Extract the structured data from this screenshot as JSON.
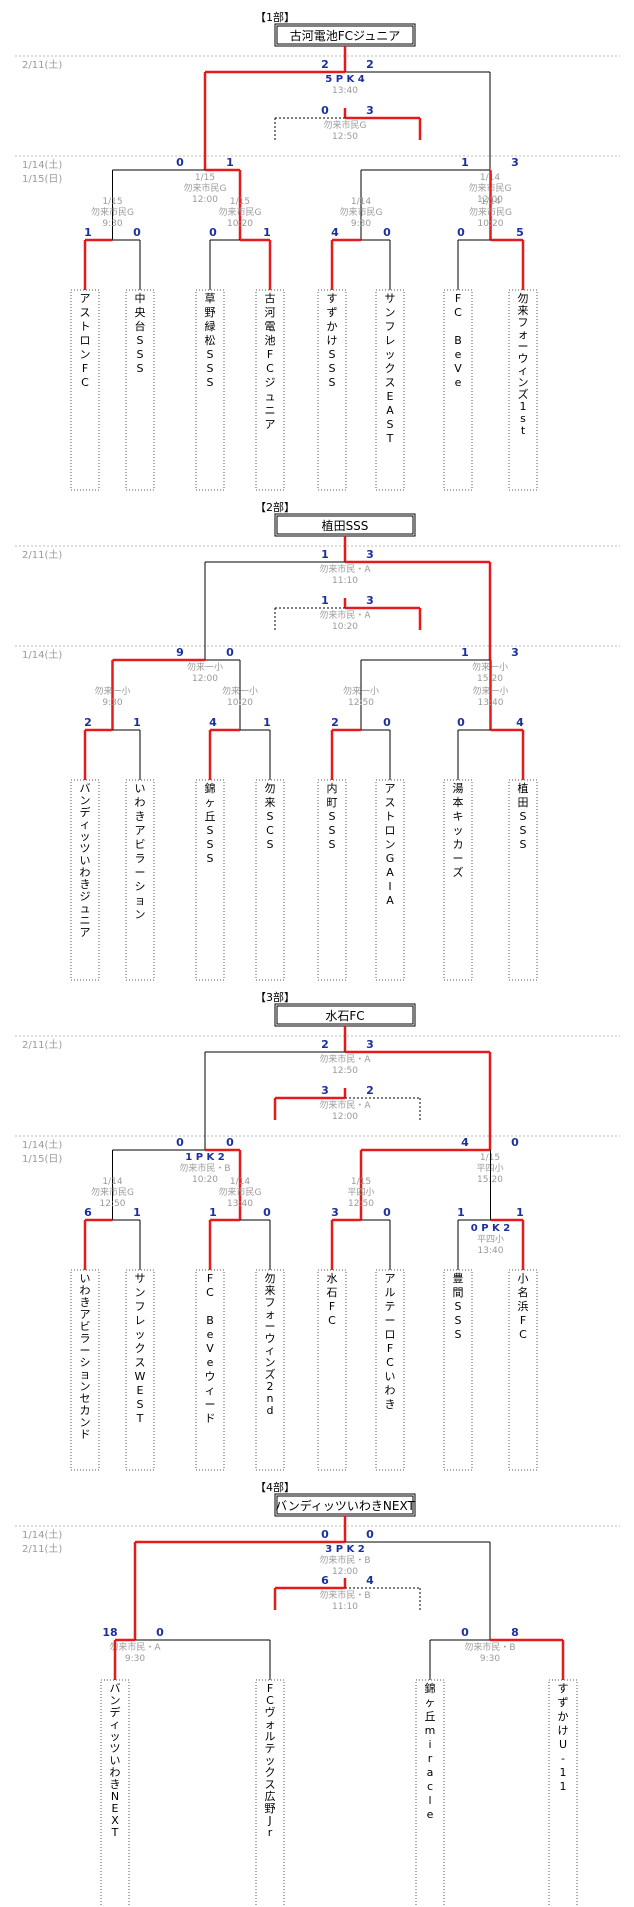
{
  "colors": {
    "winner": "#e31b1b",
    "line": "#000000",
    "score": "#1a2fa0",
    "muted": "#9a9a9a",
    "sep": "#bbbbbb"
  },
  "divisions": [
    {
      "title": "【1部】",
      "champion": "古河電池FCジュニア",
      "dates_final": [
        "2/11(土)"
      ],
      "dates_r1": [
        "1/14(土)",
        "1/15(日)"
      ],
      "final": {
        "scores": [
          "2",
          "2"
        ],
        "pk": "5 P K 4",
        "info": [
          "13:40"
        ]
      },
      "third": {
        "scores": [
          "0",
          "3"
        ],
        "info": [
          "勿来市民G",
          "12:50"
        ]
      },
      "semis": [
        {
          "scores": [
            "0",
            "1"
          ],
          "info": [
            "1/15",
            "勿来市民G",
            "12:00"
          ]
        },
        {
          "scores": [
            "1",
            "3"
          ],
          "info": [
            "1/14",
            "勿来市民G",
            "12:00"
          ]
        }
      ],
      "r1": [
        {
          "scores": [
            "1",
            "0"
          ],
          "info": [
            "1/15",
            "勿来市民G",
            "9:30"
          ]
        },
        {
          "scores": [
            "0",
            "1"
          ],
          "info": [
            "1/15",
            "勿来市民G",
            "10:20"
          ]
        },
        {
          "scores": [
            "4",
            "0"
          ],
          "info": [
            "1/14",
            "勿来市民G",
            "9:30"
          ]
        },
        {
          "scores": [
            "0",
            "5"
          ],
          "info": [
            "1/14",
            "勿来市民G",
            "10:20"
          ]
        }
      ],
      "teams": [
        "アストロンFC",
        "中央台SSS",
        "草野緑松SSS",
        "古河電池FCジュニア",
        "すずかけSSS",
        "サンフレックスEAST",
        "FC BeVe",
        "勿来フォーウィンズ1st"
      ]
    },
    {
      "title": "【2部】",
      "champion": "植田SSS",
      "dates_final": [
        "2/11(土)"
      ],
      "dates_r1": [
        "1/14(土)"
      ],
      "final": {
        "scores": [
          "1",
          "3"
        ],
        "pk": "",
        "info": [
          "勿来市民・A",
          "11:10"
        ]
      },
      "third": {
        "scores": [
          "1",
          "3"
        ],
        "info": [
          "勿来市民・A",
          "10:20"
        ]
      },
      "semis": [
        {
          "scores": [
            "9",
            "0"
          ],
          "info": [
            "勿来一小",
            "12:00"
          ]
        },
        {
          "scores": [
            "1",
            "3"
          ],
          "info": [
            "勿来一小",
            "15:20"
          ]
        }
      ],
      "r1": [
        {
          "scores": [
            "2",
            "1"
          ],
          "info": [
            "勿来一小",
            "9:30"
          ]
        },
        {
          "scores": [
            "4",
            "1"
          ],
          "info": [
            "勿来一小",
            "10:20"
          ]
        },
        {
          "scores": [
            "2",
            "0"
          ],
          "info": [
            "勿来一小",
            "12:50"
          ]
        },
        {
          "scores": [
            "0",
            "4"
          ],
          "info": [
            "勿来一小",
            "13:40"
          ]
        }
      ],
      "teams": [
        "バンディッツいわきジュニア",
        "いわきアビラーション",
        "錦ヶ丘SSS",
        "勿来SCS",
        "内町SSS",
        "アストロンGAIA",
        "湯本キッカーズ",
        "植田SSS"
      ]
    },
    {
      "title": "【3部】",
      "champion": "水石FC",
      "dates_final": [
        "2/11(土)"
      ],
      "dates_r1": [
        "1/14(土)",
        "1/15(日)"
      ],
      "final": {
        "scores": [
          "2",
          "3"
        ],
        "pk": "",
        "info": [
          "勿来市民・A",
          "12:50"
        ]
      },
      "third": {
        "scores": [
          "3",
          "2"
        ],
        "info": [
          "勿来市民・A",
          "12:00"
        ]
      },
      "semis": [
        {
          "scores": [
            "0",
            "0"
          ],
          "pk": "1 P K 2",
          "info": [
            "勿来市民・B",
            "10:20"
          ]
        },
        {
          "scores": [
            "4",
            "0"
          ],
          "info": [
            "1/15",
            "平四小",
            "15:20"
          ]
        }
      ],
      "r1": [
        {
          "scores": [
            "6",
            "1"
          ],
          "info": [
            "1/14",
            "勿来市民G",
            "12:50"
          ]
        },
        {
          "scores": [
            "1",
            "0"
          ],
          "info": [
            "1/14",
            "勿来市民G",
            "13:40"
          ]
        },
        {
          "scores": [
            "3",
            "0"
          ],
          "info": [
            "1/15",
            "平四小",
            "12:50"
          ]
        },
        {
          "scores": [
            "1",
            "1"
          ],
          "pk": "0 P K 2",
          "info": [
            "平四小",
            "13:40"
          ]
        }
      ],
      "teams": [
        "いわきアビラーションセカンド",
        "サンフレックスWEST",
        "FC BeVeウィード",
        "勿来フォーウィンズ2nd",
        "水石FC",
        "アルテーロFCいわき",
        "豊間SSS",
        "小名浜FC"
      ]
    },
    {
      "title": "【4部】",
      "champion": "バンディッツいわきNEXT",
      "dates_final": [
        "1/14(土)",
        "2/11(土)"
      ],
      "final": {
        "scores": [
          "0",
          "0"
        ],
        "pk": "3 P K 2",
        "info": [
          "勿来市民・B",
          "12:00"
        ]
      },
      "third": {
        "scores": [
          "6",
          "4"
        ],
        "info": [
          "勿来市民・B",
          "11:10"
        ]
      },
      "semis": [
        {
          "scores": [
            "18",
            "0"
          ],
          "info": [
            "勿来市民・A",
            "9:30"
          ]
        },
        {
          "scores": [
            "0",
            "8"
          ],
          "info": [
            "勿来市民・B",
            "9:30"
          ]
        }
      ],
      "teams": [
        "バンディッツいわきNEXT",
        "FCヴォルテックス広野Jr",
        "錦ヶ丘miracle",
        "すずかけU-11"
      ]
    }
  ]
}
